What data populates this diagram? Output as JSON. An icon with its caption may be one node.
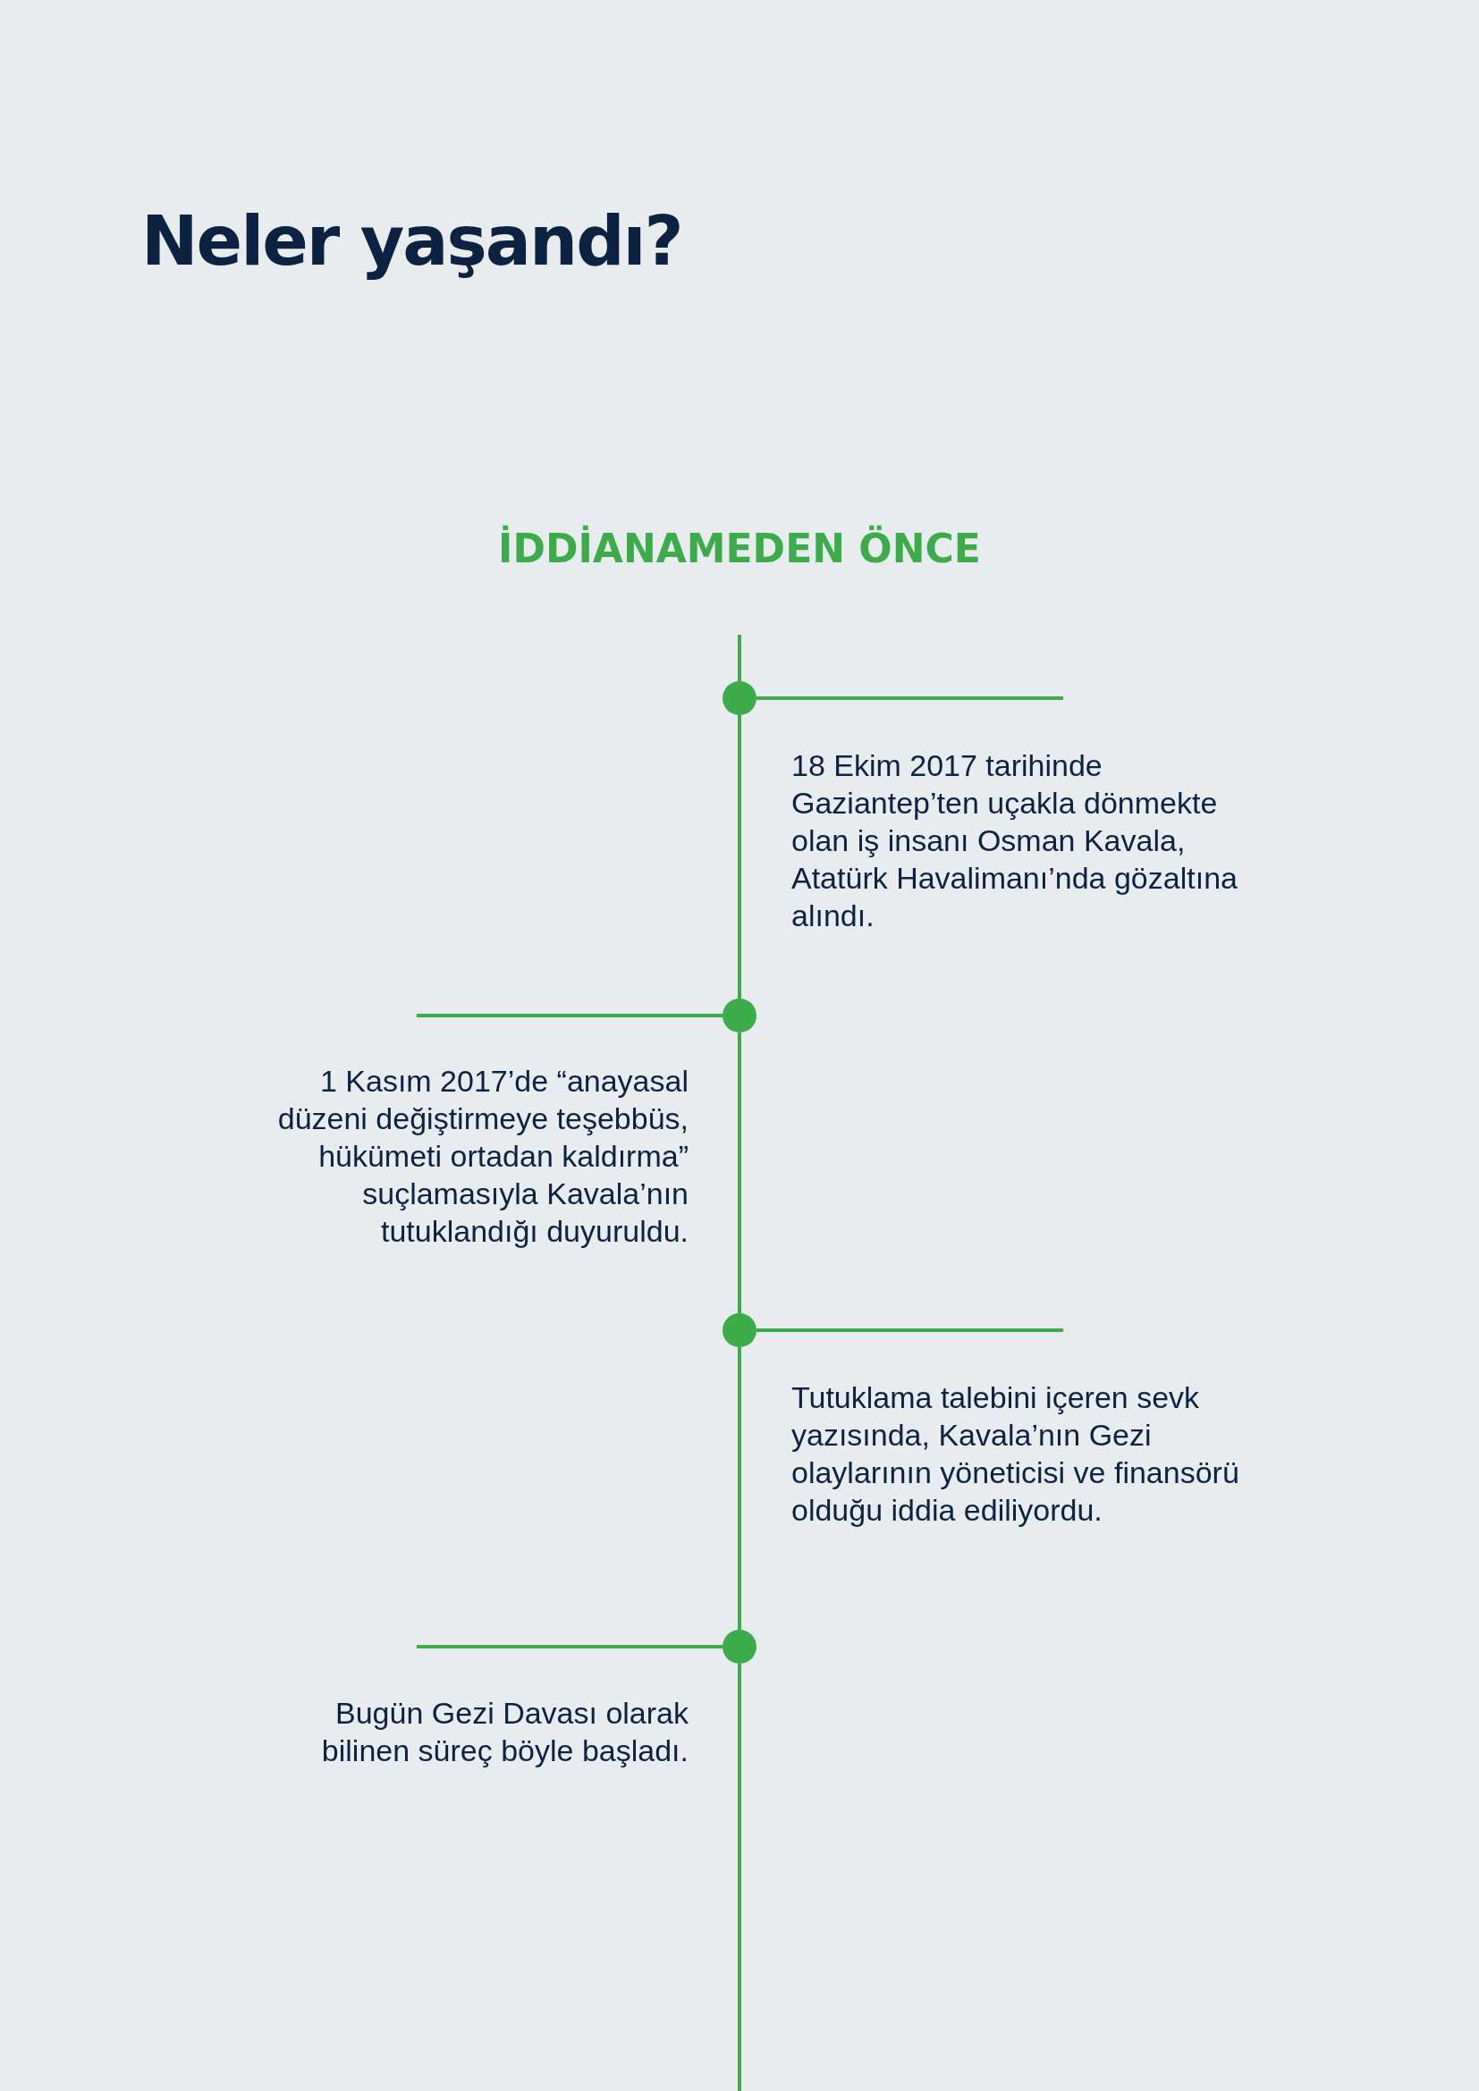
{
  "diagram": {
    "title": "Neler yaşandı?",
    "nodes": [
      {
        "text": [],
        "shape": "circle",
        "beside": [
          "18 Ekim 2017 tarihinde Gaziantep’ten uçakla dönmekte olan iş insanı Osman Kavala, Atatürk Havalimanı’nda gözaltına alındı."
        ]
      },
      {
        "text": [],
        "shape": "circle",
        "beside": [
          "1 Kasım 2017’de “anayasal düzeni değiştirmeye teşebbüs, hükümeti ortadan kaldırma” suçlamasıyla Kavala’nın tutuklandığı duyuruldu."
        ]
      },
      {
        "text": [],
        "shape": "circle",
        "beside": [
          "Tutuklama talebini içeren sevk yazısında, Kavala’nın Gezi olaylarının yöneticisi ve finansörü olduğu iddia ediliyordu."
        ]
      },
      {
        "text": [],
        "shape": "circle",
        "beside": [
          "Bugün Gezi Davası olarak bilinen süreç böyle başladı."
        ]
      }
    ],
    "edges": [
      {
        "from": null,
        "to": 0,
        "arrow": "none"
      },
      {
        "from": 0,
        "to": 1,
        "arrow": "none"
      },
      {
        "from": 1,
        "to": 2,
        "arrow": "none"
      },
      {
        "from": 2,
        "to": 3,
        "arrow": "none"
      },
      {
        "from": 3,
        "to": null,
        "arrow": "none"
      }
    ],
    "labels": [
      "İDDİANAMEDEN ÖNCE"
    ]
  }
}
